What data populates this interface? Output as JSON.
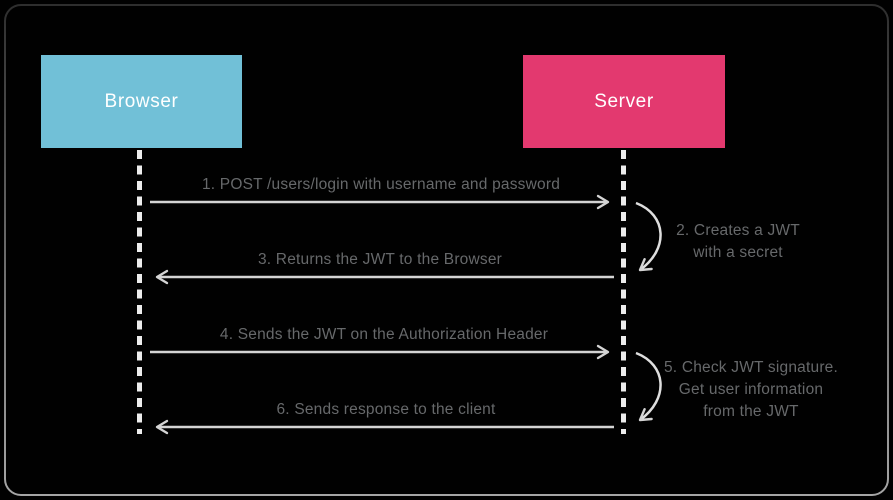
{
  "diagram": {
    "type": "sequence",
    "actors": {
      "browser": {
        "label": "Browser",
        "color": "#71c0d7"
      },
      "server": {
        "label": "Server",
        "color": "#e3396f"
      }
    },
    "messages": {
      "m1": {
        "label": "1. POST /users/login with username and password",
        "from": "Browser",
        "to": "Server"
      },
      "m2": {
        "type": "self-action",
        "actor": "Server",
        "lines": [
          "2. Creates a JWT",
          "with a secret"
        ]
      },
      "m3": {
        "label": "3. Returns the JWT to the Browser",
        "from": "Server",
        "to": "Browser"
      },
      "m4": {
        "label": "4. Sends the JWT on the Authorization Header",
        "from": "Browser",
        "to": "Server"
      },
      "m5": {
        "type": "self-action",
        "actor": "Server",
        "lines": [
          "5. Check JWT signature.",
          "Get user information",
          "from the JWT"
        ]
      },
      "m6": {
        "label": "6. Sends response to the client",
        "from": "Server",
        "to": "Browser"
      }
    },
    "colors": {
      "background": "#010101",
      "arrow": "#d4d4d4",
      "lifeline": "#ededed",
      "message_text": "#67696b",
      "actor_text": "#ffffff",
      "frame_border_top": "#2e2e2e",
      "frame_border_bottom": "#a5a5a5"
    }
  }
}
